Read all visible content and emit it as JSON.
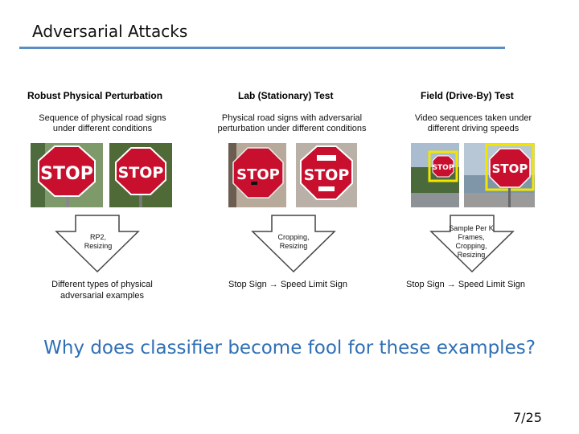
{
  "slide": {
    "title": "Adversarial Attacks",
    "question": "Why does classifier become fool for these examples?",
    "page_number": "7/25"
  },
  "figure": {
    "columns": [
      {
        "heading": "Robust Physical Perturbation",
        "subtitle": "Sequence of physical road signs under different conditions",
        "arrow_text": "RP2, Resizing",
        "result": "Different types of physical adversarial examples"
      },
      {
        "heading": "Lab (Stationary) Test",
        "subtitle": "Physical road signs with adversarial perturbation under different conditions",
        "arrow_text": "Cropping, Resizing",
        "result": "Stop Sign → Speed Limit Sign"
      },
      {
        "heading": "Field (Drive-By) Test",
        "subtitle": "Video sequences taken under different driving speeds",
        "arrow_text": "Sample Per K Frames, Cropping, Resizing",
        "result": "Stop Sign → Speed Limit Sign"
      }
    ],
    "sign_text": "STOP",
    "colors": {
      "sign_red": "#c8102e",
      "highlight_box": "#f2e600",
      "title_rule": "#5b8ec4",
      "question_text": "#2f6fb5"
    }
  }
}
